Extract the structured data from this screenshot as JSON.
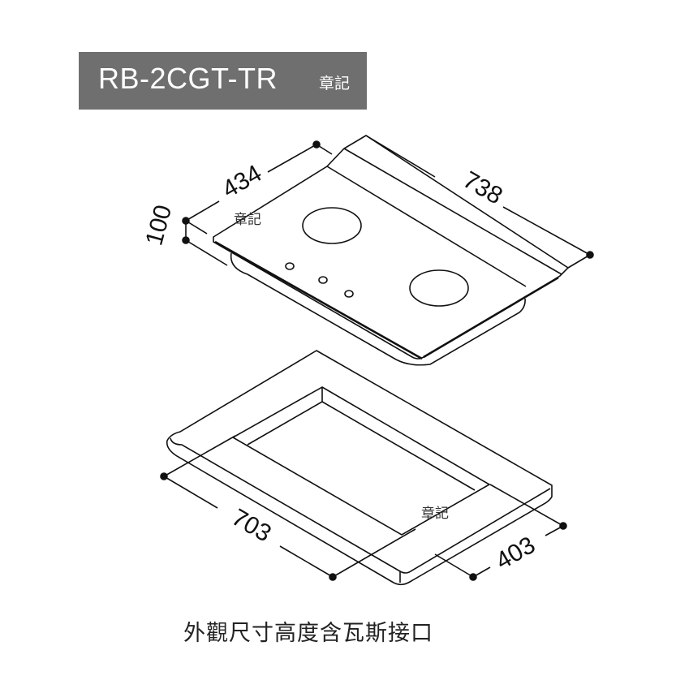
{
  "header": {
    "model": "RB-2CGT-TR",
    "brand_mark": "章記"
  },
  "dimensions": {
    "top_width": "434",
    "top_length": "738",
    "height": "100",
    "cutout_length": "703",
    "cutout_width": "403"
  },
  "watermarks": [
    "章記",
    "章記"
  ],
  "caption": "外觀尺寸高度含瓦斯接口",
  "colors": {
    "banner": "#6f6f6f",
    "line": "#111111"
  }
}
